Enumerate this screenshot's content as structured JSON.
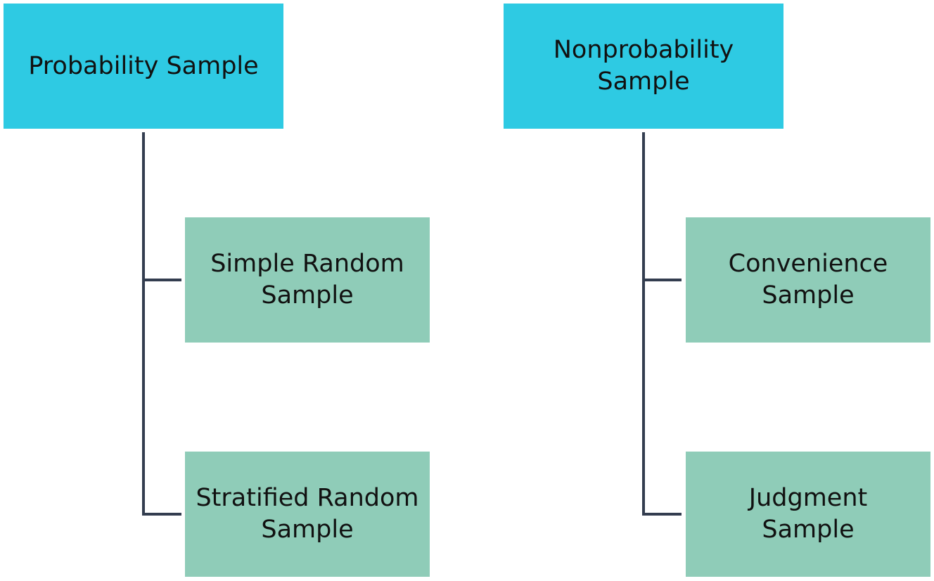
{
  "colors": {
    "top_box": "#2ecae3",
    "child_box": "#8fccb8",
    "connector": "#333d4f",
    "text": "#111111"
  },
  "probability": {
    "title": "Probability Sample",
    "children": [
      {
        "line1": "Simple Random",
        "line2": "Sample"
      },
      {
        "line1": "Stratified Random",
        "line2": "Sample"
      }
    ]
  },
  "nonprobability": {
    "title_line1": "Nonprobability",
    "title_line2": "Sample",
    "children": [
      {
        "line1": "Convenience",
        "line2": "Sample"
      },
      {
        "line1": "Judgment",
        "line2": "Sample"
      }
    ]
  }
}
